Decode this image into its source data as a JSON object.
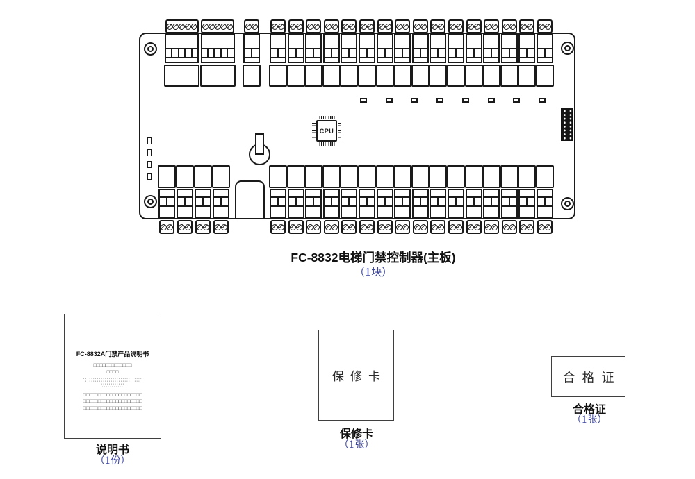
{
  "palette": {
    "ink": "#1a1a1a",
    "accent_blue": "#3b449e",
    "background": "#ffffff"
  },
  "board": {
    "caption": "FC-8832电梯门禁控制器(主板)",
    "quantity": "（1块）",
    "cpu_label": "CPU",
    "top_5pole_group_count": 2,
    "top_2pole_single_count": 1,
    "top_run_count": 16,
    "bottom_left_count": 4,
    "bottom_run_count": 16,
    "status_led_count": 8,
    "side_led_count": 4,
    "corner_hole_count": 4,
    "pin_header_rows": 8,
    "pin_header_cols": 2
  },
  "manual": {
    "title": "FC-8832A门禁产品说明书",
    "placeholder_rows": [
      {
        "style": "boxes",
        "text": "□□□□□□□□□□□□□"
      },
      {
        "style": "boxes",
        "text": "□□□□"
      },
      {
        "style": "dots",
        "text": "······························"
      },
      {
        "style": "dots",
        "text": "····························"
      },
      {
        "style": "dots",
        "text": "············"
      },
      {
        "style": "dots",
        "text": "···········"
      },
      {
        "style": "boxes",
        "text": "□□□□□□□□□□□□□□□□□□□□"
      },
      {
        "style": "boxes",
        "text": "□□□□□□□□□□□□□□□□□□□□"
      },
      {
        "style": "boxes",
        "text": "□□□□□□□□□□□□□□□□□□□□"
      }
    ],
    "label": "说明书",
    "quantity": "（1份）"
  },
  "warranty": {
    "card_text": "保修卡",
    "label": "保修卡",
    "quantity": "（1张）"
  },
  "certificate": {
    "card_text": "合格证",
    "label": "合格证",
    "quantity": "（1张）"
  }
}
